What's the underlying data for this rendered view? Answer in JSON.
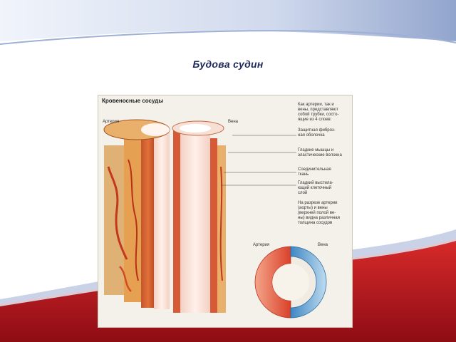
{
  "slide": {
    "title": "Будова судин"
  },
  "figure": {
    "title": "Кровеносные сосуды",
    "label_artery": "Артерия",
    "label_vein": "Вена",
    "intro": [
      "Как артерии, так и",
      "вены, представляют",
      "собой трубки, состо-",
      "ящие из 4 слоев:"
    ],
    "callouts": [
      [
        "Защитная фиброз-",
        "ная оболочка"
      ],
      [
        "Гладкие мышцы и",
        "эластические волокна"
      ],
      [
        "Соединительная",
        "ткань"
      ],
      [
        "Гладкий выстила-",
        "ющий клеточный",
        "слой"
      ]
    ],
    "section_note": [
      "На разрезе артерии",
      "(аорты) и вены",
      "(верхней полой ве-",
      "ны) видна различная",
      "толщина сосудов"
    ],
    "cross_label_artery": "Артерия",
    "cross_label_vein": "Вена"
  },
  "colors": {
    "title": "#1f2a5c",
    "artery_red": "#d9412a",
    "vein_blue": "#4a90c8",
    "banner_red": "#b8141e",
    "banner_blue": "#b9c6e0"
  }
}
